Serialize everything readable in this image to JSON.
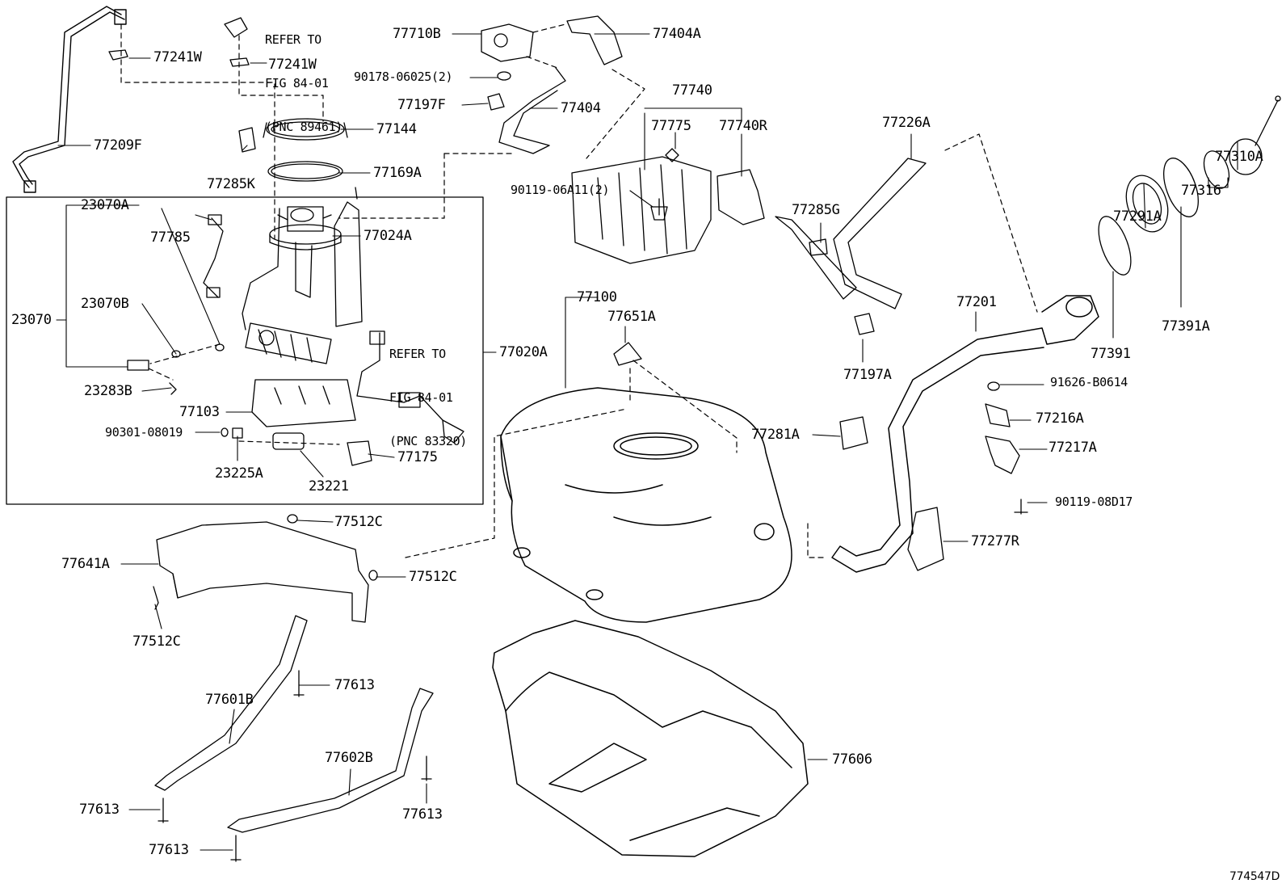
{
  "figure_code": "774547D",
  "refs": {
    "ref_a": {
      "line1": "REFER TO",
      "line2": "FIG 84-01",
      "line3": "(PNC 89461)"
    },
    "ref_b": {
      "line1": "REFER TO",
      "line2": "FIG 84-01",
      "line3": "(PNC 83320)"
    }
  },
  "labels": {
    "p77241w_a": "77241W",
    "p77241w_b": "77241W",
    "p77209f": "77209F",
    "p77144": "77144",
    "p77285k": "77285K",
    "p77169a": "77169A",
    "p77785": "77785",
    "p77024a": "77024A",
    "p23070a": "23070A",
    "p23070b": "23070B",
    "p23070": "23070",
    "p77020a": "77020A",
    "p23283b": "23283B",
    "p77103": "77103",
    "p90301": "90301-08019",
    "p77175": "77175",
    "p23225a": "23225A",
    "p23221": "23221",
    "p77512c_a": "77512C",
    "p77512c_b": "77512C",
    "p77512c_c": "77512C",
    "p77641a": "77641A",
    "p77601b": "77601B",
    "p77613_a": "77613",
    "p77613_b": "77613",
    "p77613_c": "77613",
    "p77613_d": "77613",
    "p77602b": "77602B",
    "p77710b": "77710B",
    "p77404a": "77404A",
    "p90178": "90178-06025(2)",
    "p77197f": "77197F",
    "p77404": "77404",
    "p77740": "77740",
    "p77775": "77775",
    "p77740r": "77740R",
    "p90119_06a11": "90119-06A11(2)",
    "p77100": "77100",
    "p77651a": "77651A",
    "p77226a": "77226A",
    "p77285g": "77285G",
    "p77197a": "77197A",
    "p77281a": "77281A",
    "p77201": "77201",
    "p77310a": "77310A",
    "p77316": "77316",
    "p77291a": "77291A",
    "p77391a": "77391A",
    "p77391": "77391",
    "p91626": "91626-B0614",
    "p77216a": "77216A",
    "p77217a": "77217A",
    "p90119_08d17": "90119-08D17",
    "p77277r": "77277R",
    "p77606": "77606"
  }
}
